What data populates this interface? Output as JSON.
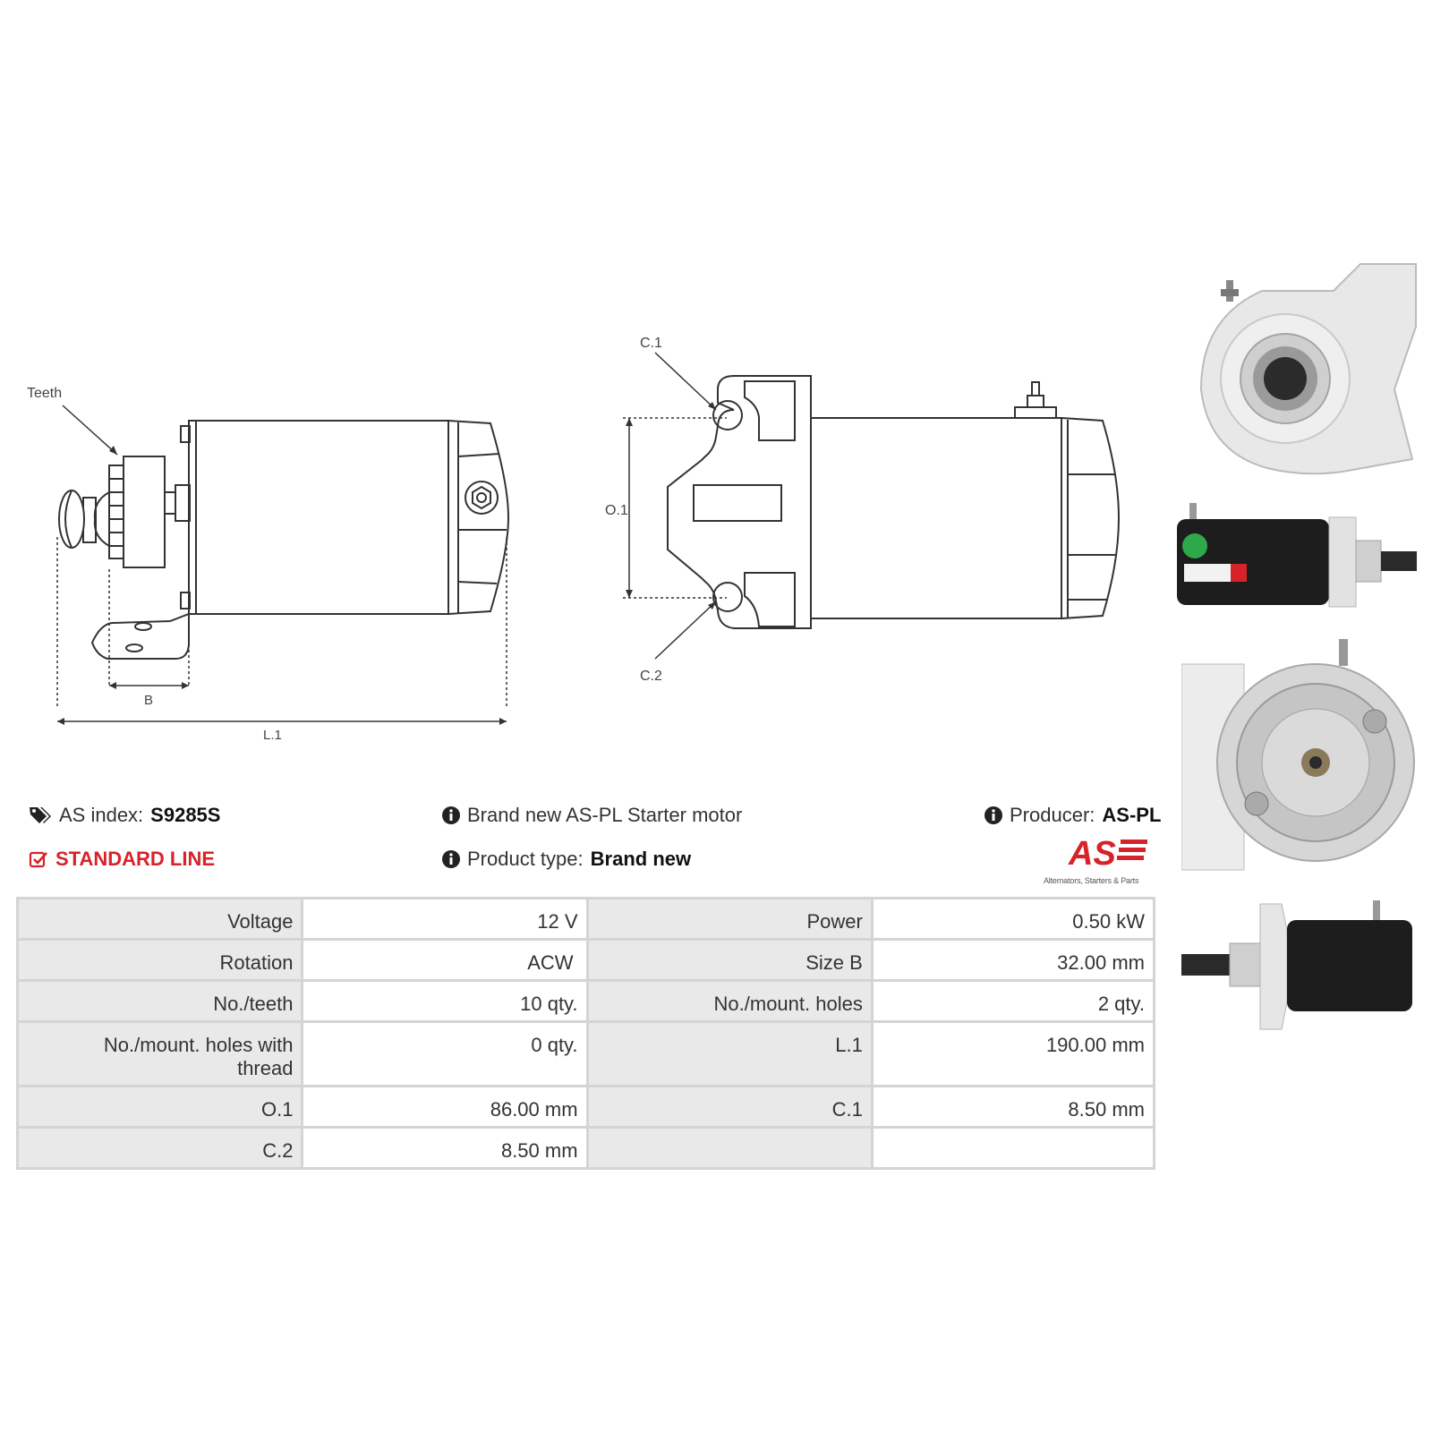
{
  "drawing_left": {
    "teeth_label": "Teeth",
    "b_label": "B",
    "l1_label": "L.1"
  },
  "drawing_right": {
    "c1_label": "C.1",
    "o1_label": "O.1",
    "c2_label": "C.2"
  },
  "info": {
    "as_index_label": "AS index:",
    "as_index_value": "S9285S",
    "line_label": "STANDARD LINE",
    "description": "Brand new AS-PL Starter motor",
    "product_type_label": "Product type:",
    "product_type_value": "Brand new",
    "producer_label": "Producer:",
    "producer_value": "AS-PL"
  },
  "logo": {
    "mark": "AS",
    "tagline": "Alternators, Starters & Parts"
  },
  "specs": [
    {
      "l1": "Voltage",
      "v1": "12 V",
      "l2": "Power",
      "v2": "0.50 kW"
    },
    {
      "l1": "Rotation",
      "v1": "ACW",
      "l2": "Size B",
      "v2": "32.00 mm"
    },
    {
      "l1": "No./teeth",
      "v1": "10 qty.",
      "l2": "No./mount. holes",
      "v2": "2 qty."
    },
    {
      "l1": "No./mount. holes with thread",
      "v1": "0 qty.",
      "l2": "L.1",
      "v2": "190.00 mm"
    },
    {
      "l1": "O.1",
      "v1": "86.00 mm",
      "l2": "C.1",
      "v2": "8.50 mm"
    },
    {
      "l1": "C.2",
      "v1": "8.50 mm",
      "l2": "",
      "v2": ""
    }
  ],
  "colors": {
    "accent_red": "#d8222a",
    "label_bg": "#e9e9e9",
    "border": "#d4d4d4"
  }
}
